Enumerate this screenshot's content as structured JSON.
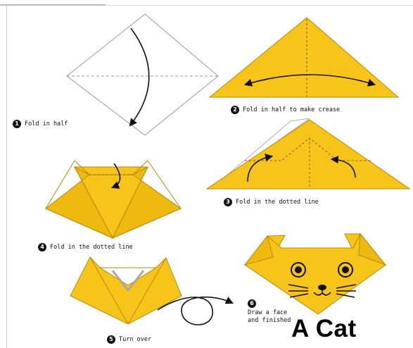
{
  "title": "A Cat",
  "colors": {
    "paper": "#f7c41a",
    "paper_edge": "#b88a00",
    "ink": "#111111"
  },
  "steps": [
    {
      "number": "1",
      "text": "Fold in half"
    },
    {
      "number": "2",
      "text": "Fold in half to make crease"
    },
    {
      "number": "3",
      "text": "Fold in the dotted line"
    },
    {
      "number": "4",
      "text": "Fold in the dotted line"
    },
    {
      "number": "5",
      "text": "Turn over"
    },
    {
      "number": "6",
      "text_line1": "Draw a face",
      "text_line2": "and finished"
    }
  ]
}
